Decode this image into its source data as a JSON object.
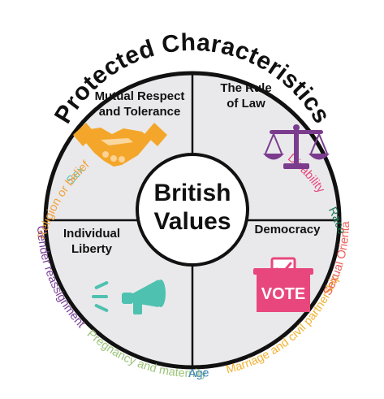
{
  "title": "Protected Characteristics",
  "center": {
    "line1": "British",
    "line2": "Values"
  },
  "quadrants": {
    "top_left": {
      "line1": "Mutual Respect",
      "line2": "and Tolerance",
      "icon": "handshake-icon"
    },
    "top_right": {
      "line1": "The Rule",
      "line2": "of Law",
      "icon": "scales-icon"
    },
    "bottom_left": {
      "line1": "Individual",
      "line2": "Liberty",
      "icon": "megaphone-icon"
    },
    "bottom_right": {
      "line1": "Democracy",
      "icon": "ballot-box-icon",
      "box_label": "VOTE"
    }
  },
  "characteristics": {
    "sex": "Sex",
    "religion": "Religion or belief",
    "gender_reassignment": "Gender reassignment",
    "pregnancy": "Pregnancy and maternity",
    "age": "Age",
    "marriage": "Marriage and civil partnership",
    "sexual_orientation": "Sexual Orientation",
    "race": "Race",
    "disability": "Disability"
  },
  "colors": {
    "sex": "#4fc3c8",
    "religion": "#f2a13a",
    "gender_reassignment": "#7b3f98",
    "pregnancy": "#9cc47a",
    "age": "#3a86c8",
    "marriage": "#f2b233",
    "sexual_orientation": "#ec5f5a",
    "race": "#1c7a52",
    "disability": "#e8457a",
    "quadrant_fill": "#e9e9eb",
    "handshake": "#f4a62a",
    "scales": "#7b3c8e",
    "megaphone": "#4fc1b0",
    "ballot": "#e8477e"
  }
}
